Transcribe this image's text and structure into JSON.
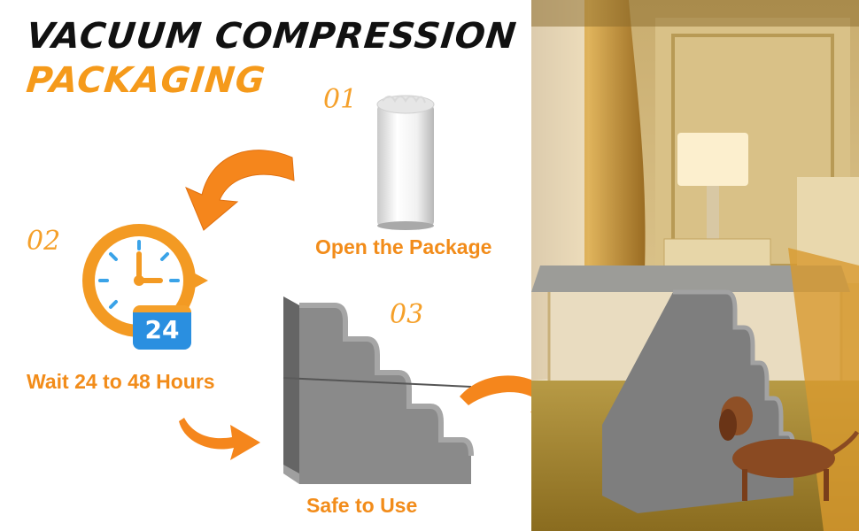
{
  "title": {
    "line1": "VACUUM COMPRESSION",
    "line2": "PACKAGING"
  },
  "steps": [
    {
      "number": "01",
      "caption": "Open the Package"
    },
    {
      "number": "02",
      "caption": "Wait 24 to 48 Hours",
      "badge": "24"
    },
    {
      "number": "03",
      "caption": "Safe to Use"
    }
  ],
  "colors": {
    "accent": "#f59a1b",
    "title": "#111111",
    "clock_blue": "#3aa3e8",
    "foam_gray": "#7d7d7d"
  },
  "icons": [
    "curved-arrow-icon",
    "clock-icon",
    "calendar-badge-icon"
  ]
}
